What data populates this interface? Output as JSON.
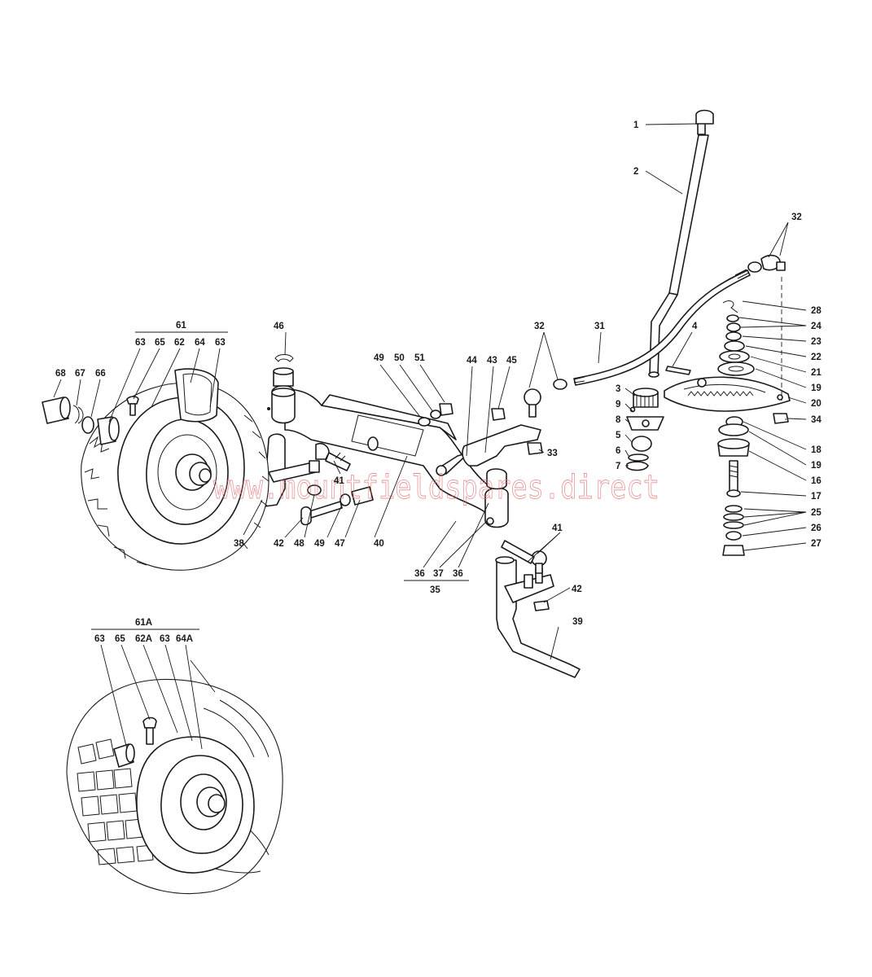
{
  "watermark": "www.mountfieldspares.direct",
  "watermark_color": "#e07070",
  "callouts": {
    "c1": "1",
    "c2": "2",
    "c3": "3",
    "c4": "4",
    "c5": "5",
    "c6": "6",
    "c7": "7",
    "c8": "8",
    "c9": "9",
    "c16": "16",
    "c17": "17",
    "c18": "18",
    "c19a": "19",
    "c19b": "19",
    "c20": "20",
    "c21": "21",
    "c22": "22",
    "c23": "23",
    "c24": "24",
    "c25": "25",
    "c26": "26",
    "c27": "27",
    "c28": "28",
    "c31": "31",
    "c32a": "32",
    "c32b": "32",
    "c33": "33",
    "c34": "34",
    "c35": "35",
    "c36a": "36",
    "c36b": "36",
    "c37": "37",
    "c38": "38",
    "c39": "39",
    "c40": "40",
    "c41a": "41",
    "c41b": "41",
    "c42a": "42",
    "c42b": "42",
    "c43": "43",
    "c44": "44",
    "c45": "45",
    "c46": "46",
    "c47": "47",
    "c48": "48",
    "c49a": "49",
    "c49b": "49",
    "c50": "50",
    "c51": "51",
    "c61": "61",
    "c62": "62",
    "c63a": "63",
    "c63b": "63",
    "c64": "64",
    "c65": "65",
    "c66": "66",
    "c67": "67",
    "c68": "68",
    "c61A": "61A",
    "c63c": "63",
    "c65b": "65",
    "c62A": "62A",
    "c63d": "63",
    "c64A": "64A"
  }
}
